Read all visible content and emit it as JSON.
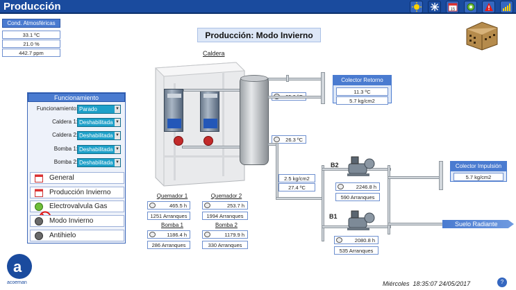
{
  "header": {
    "title": "Producción",
    "icons": [
      "sun-icon",
      "snowflake-icon",
      "calendar-icon",
      "gear-icon",
      "alarm-warning-icon",
      "chart-icon"
    ]
  },
  "atmos": {
    "title": "Cond. Atmosféricas",
    "temp": "33.1 ºC",
    "humidity": "21.0 %",
    "co2": "442.7 ppm"
  },
  "page_title": "Producción: Modo Invierno",
  "caldera_label": "Caldera",
  "funcionamiento": {
    "title": "Funcionamiento",
    "rows": [
      {
        "label": "Funcionamiento:",
        "value": "Parado"
      },
      {
        "label": "Caldera 1:",
        "value": "Deshabilitada"
      },
      {
        "label": "Caldera 2:",
        "value": "Deshabilitada"
      },
      {
        "label": "Bomba 1:",
        "value": "Deshabilitada"
      },
      {
        "label": "Bomba 2:",
        "value": "Deshabilitada"
      }
    ],
    "nav": [
      "General",
      "Producción Invierno",
      "Electrovalvula  Gas",
      "Modo Invierno",
      "Antihielo"
    ]
  },
  "tank": {
    "top_temp": "25.0 ºC",
    "mid_temp": "26.3 ºC"
  },
  "outlet": {
    "pressure": "2.5 kg/cm2",
    "temp": "27.4 ºC"
  },
  "colector_retorno": {
    "title": "Colector Retorno",
    "temp": "11.3 ºC",
    "pressure": "5.7 kg/cm2"
  },
  "colector_impulsion": {
    "title": "Colector Impulsión",
    "pressure": "5.7 kg/cm2"
  },
  "suelo": "Suelo Radiante",
  "quemadores": [
    {
      "title": "Quemador 1",
      "hours": "465.5 h",
      "starts": "1251 Arranques"
    },
    {
      "title": "Quemador 2",
      "hours": "253.7 h",
      "starts": "1994 Arranques"
    }
  ],
  "bombas": [
    {
      "title": "Bomba 1",
      "hours": "1186.4 h",
      "starts": "286 Arranques"
    },
    {
      "title": "Bomba 2",
      "hours": "1179.9 h",
      "starts": "330 Arranques"
    }
  ],
  "pumps": {
    "b2": {
      "label": "B2",
      "hours": "2246.8 h",
      "starts": "590 Arranques"
    },
    "b1": {
      "label": "B1",
      "hours": "2080.8 h",
      "starts": "535 Arranques"
    }
  },
  "logo_text": "acoeman",
  "datetime": "Miércoles  18:35:07 24/05/2017"
}
